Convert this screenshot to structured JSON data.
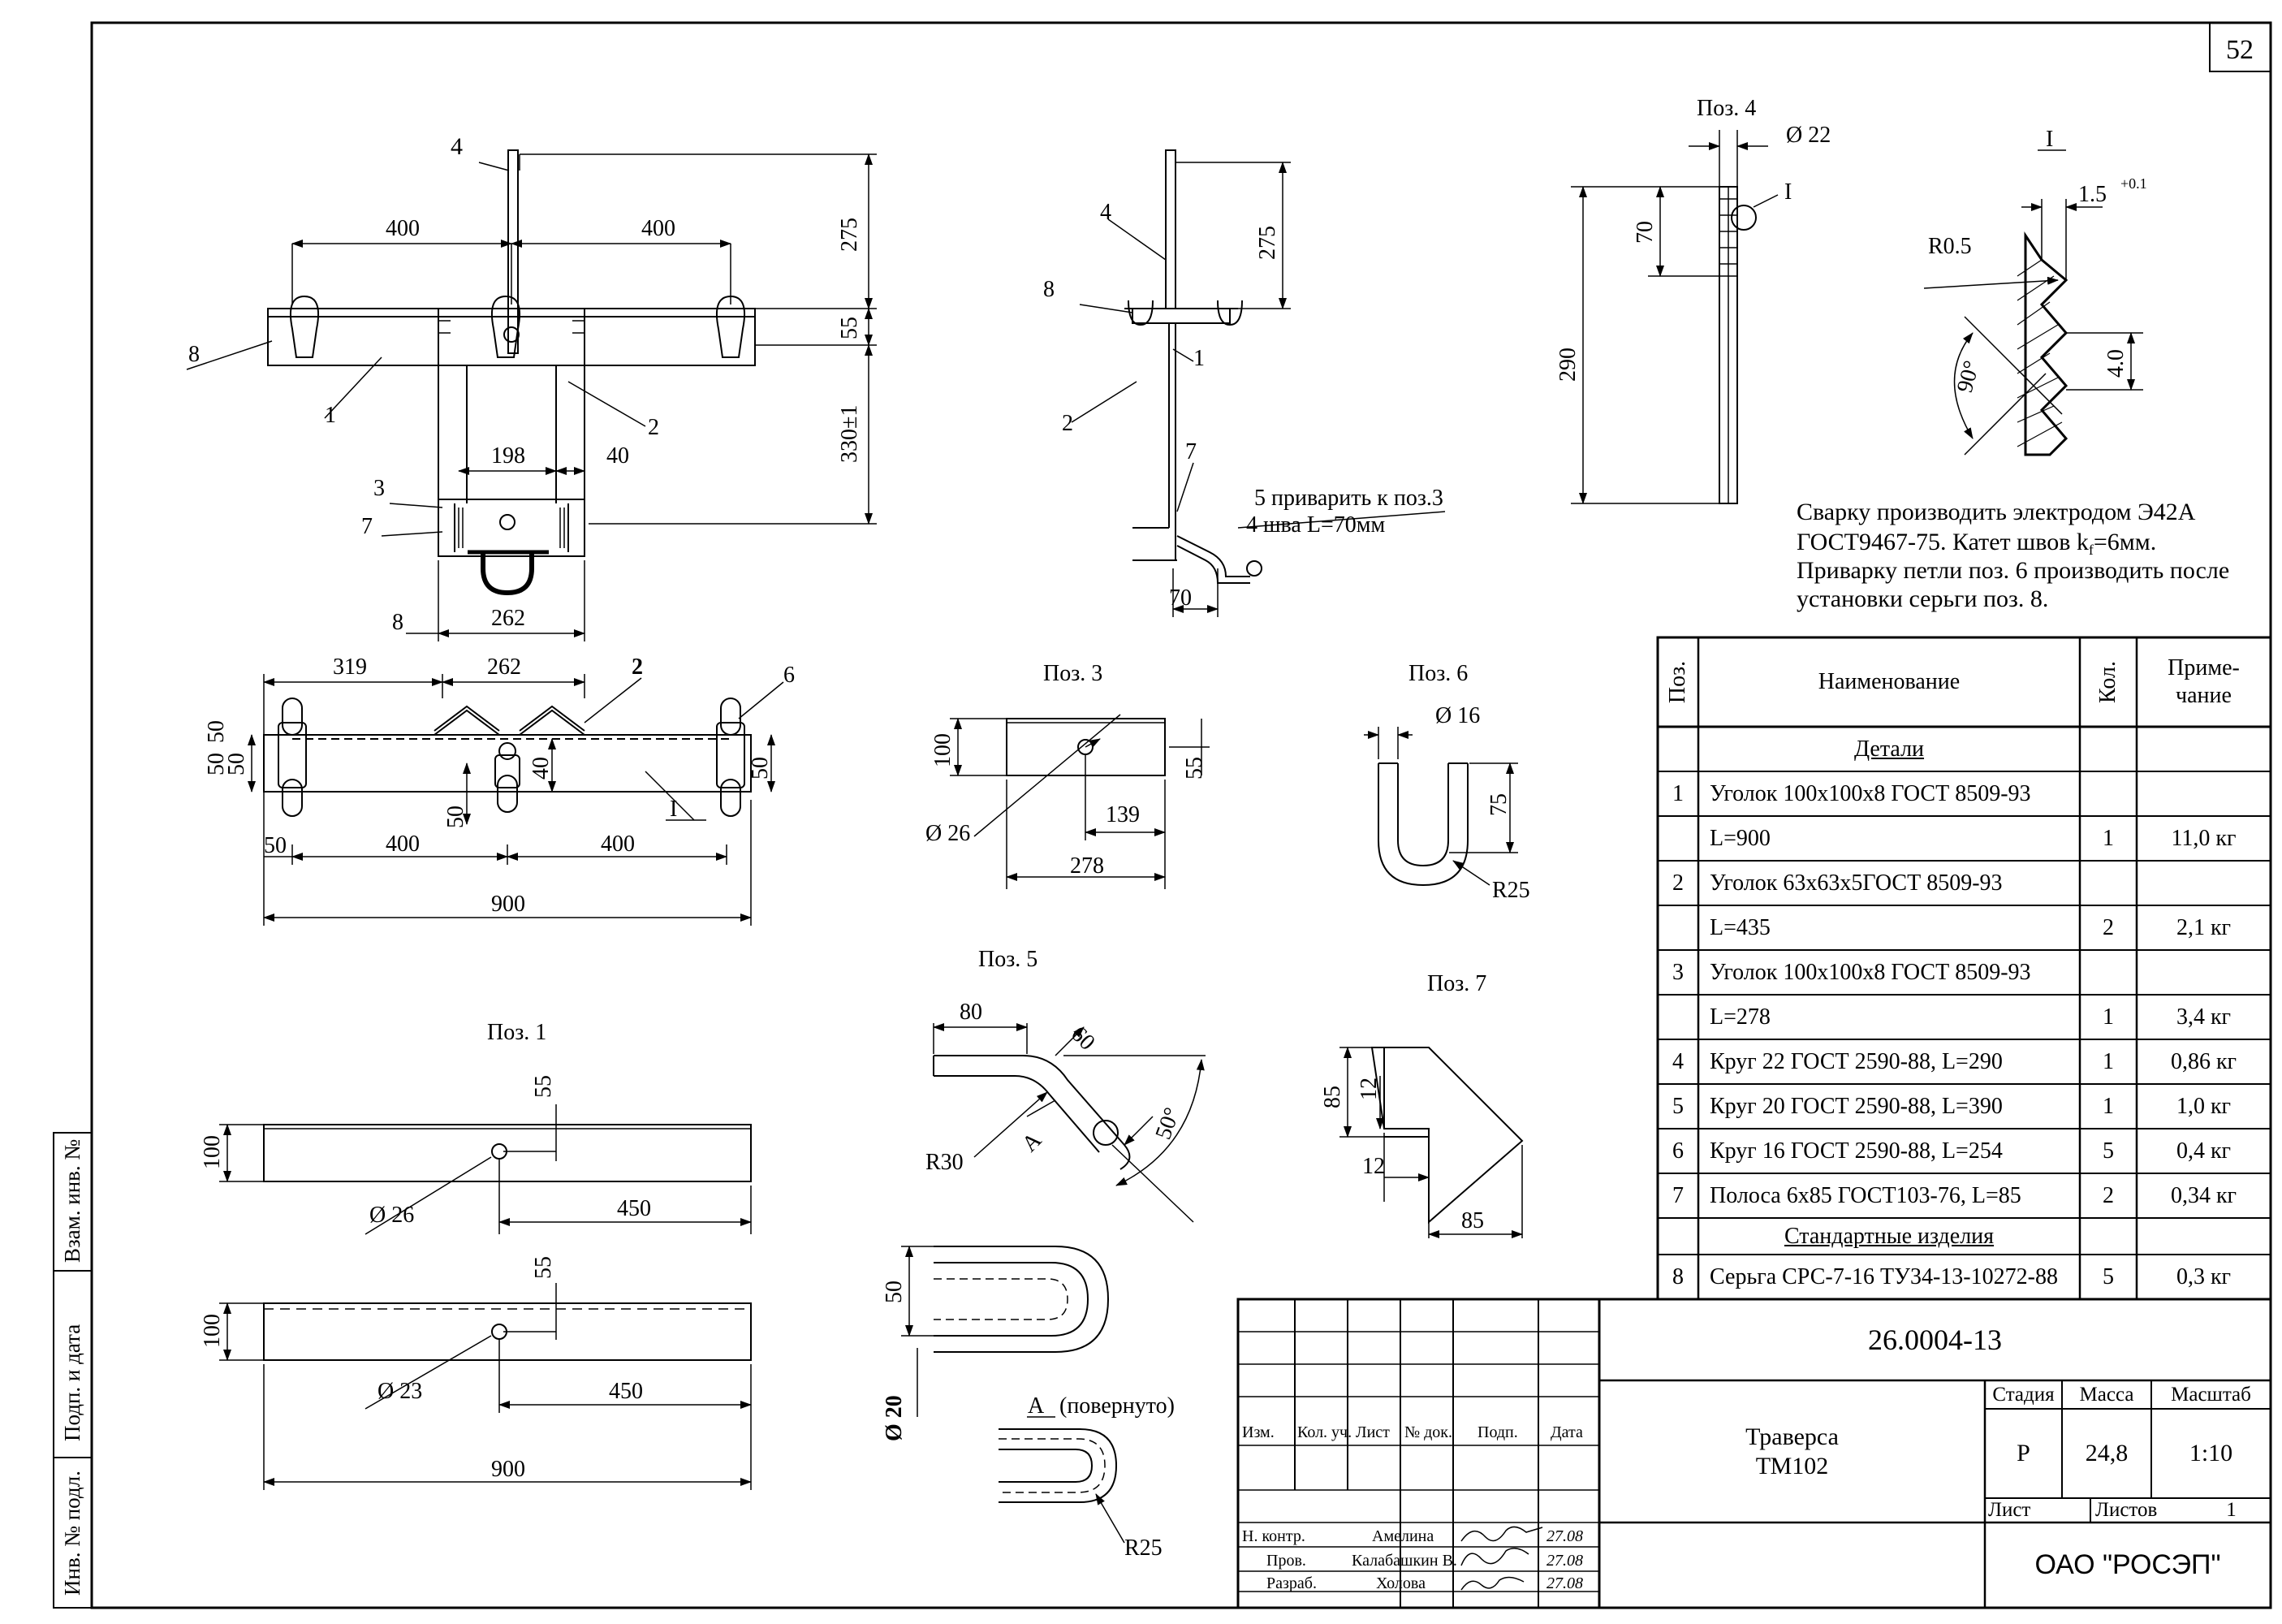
{
  "sheet_number": "52",
  "side_stamp": [
    "Взам. инв. №",
    "Подп. и дата",
    "Инв. № подл."
  ],
  "views": {
    "front": {
      "pos_labels": [
        "4",
        "8",
        "1",
        "2",
        "3",
        "7",
        "8"
      ],
      "dims": [
        "400",
        "400",
        "275",
        "55",
        "330±1",
        "198",
        "40",
        "262"
      ]
    },
    "side": {
      "pos_labels": [
        "4",
        "8",
        "1",
        "2",
        "7"
      ],
      "dims": [
        "275",
        "70"
      ],
      "note": "5 приварить к поз.3",
      "note2": "4 шва L=70мм"
    },
    "plan": {
      "pos_labels": [
        "2",
        "6",
        "I"
      ],
      "dims": [
        "319",
        "262",
        "50",
        "50",
        "50",
        "40",
        "50",
        "50",
        "50",
        "400",
        "400",
        "900"
      ]
    },
    "pos4": {
      "title": "Поз. 4",
      "dims": [
        "Ø 22",
        "70",
        "290"
      ],
      "callout": "I"
    },
    "detail1": {
      "title": "I",
      "dims": [
        "1.5",
        "+0.1",
        "R0.5",
        "90°",
        "4.0"
      ]
    },
    "pos3": {
      "title": "Поз. 3",
      "dims": [
        "100",
        "55",
        "Ø 26",
        "139",
        "278"
      ]
    },
    "pos6": {
      "title": "Поз. 6",
      "dims": [
        "Ø 16",
        "75",
        "R25"
      ]
    },
    "pos5": {
      "title": "Поз. 5",
      "dims": [
        "80",
        "60",
        "50°",
        "R30",
        "A",
        "50",
        "Ø 20"
      ]
    },
    "pos7": {
      "title": "Поз. 7",
      "dims": [
        "85",
        "12",
        "12",
        "85"
      ]
    },
    "pos1": {
      "title": "Поз. 1",
      "dims": [
        "55",
        "100",
        "Ø 26",
        "450",
        "55",
        "100",
        "Ø 23",
        "450",
        "900"
      ]
    },
    "viewA": {
      "title": "A",
      "subtitle": "(повернуто)",
      "dims": [
        "R25"
      ]
    }
  },
  "notes": [
    "Сварку производить электродом Э42А",
    "ГОСТ9467-75. Катет швов k",
    "f",
    "=6мм.",
    "Приварку петли поз. 6 производить после",
    "установки серьги поз. 8."
  ],
  "spec": {
    "headers": {
      "pos": "Поз.",
      "name": "Наименование",
      "qty": "Кол.",
      "note": "Приме-\nчание"
    },
    "rows": [
      {
        "pos": "",
        "name": "Детали",
        "qty": "",
        "note": "",
        "section": true
      },
      {
        "pos": "1",
        "name": "Уголок 100х100х8 ГОСТ 8509-93",
        "qty": "",
        "note": ""
      },
      {
        "pos": "",
        "name": "L=900",
        "qty": "1",
        "note": "11,0 кг"
      },
      {
        "pos": "2",
        "name": "Уголок 63х63х5ГОСТ 8509-93",
        "qty": "",
        "note": ""
      },
      {
        "pos": "",
        "name": "L=435",
        "qty": "2",
        "note": "2,1 кг"
      },
      {
        "pos": "3",
        "name": "Уголок 100х100х8 ГОСТ 8509-93",
        "qty": "",
        "note": ""
      },
      {
        "pos": "",
        "name": "L=278",
        "qty": "1",
        "note": "3,4 кг"
      },
      {
        "pos": "4",
        "name": "Круг 22 ГОСТ 2590-88, L=290",
        "qty": "1",
        "note": "0,86 кг"
      },
      {
        "pos": "5",
        "name": "Круг 20 ГОСТ 2590-88, L=390",
        "qty": "1",
        "note": "1,0 кг"
      },
      {
        "pos": "6",
        "name": "Круг 16 ГОСТ 2590-88, L=254",
        "qty": "5",
        "note": "0,4 кг"
      },
      {
        "pos": "7",
        "name": "Полоса 6х85 ГОСТ103-76, L=85",
        "qty": "2",
        "note": "0,34 кг"
      },
      {
        "pos": "",
        "name": "Стандартные изделия",
        "qty": "",
        "note": "",
        "section": true
      },
      {
        "pos": "8",
        "name": "Серьга СРС-7-16 ТУ34-13-10272-88",
        "qty": "5",
        "note": "0,3 кг"
      }
    ]
  },
  "title_block": {
    "doc_number": "26.0004-13",
    "name_line1": "Траверса",
    "name_line2": "ТМ102",
    "stage_label": "Стадия",
    "mass_label": "Масса",
    "scale_label": "Масштаб",
    "stage": "Р",
    "mass": "24,8",
    "scale": "1:10",
    "sheet_label": "Лист",
    "sheets_label": "Листов",
    "sheets": "1",
    "company": "ОАО \"РОСЭП\"",
    "col_headers": [
      "Изм.",
      "Кол. уч.",
      "Лист",
      "№ док.",
      "Подп.",
      "Дата"
    ],
    "roles": [
      {
        "role": "Н. контр.",
        "name": "Амелина",
        "date": "27.08"
      },
      {
        "role": "Пров.",
        "name": "Калабашкин В.",
        "date": "27.08"
      },
      {
        "role": "Разраб.",
        "name": "Холова",
        "date": "27.08"
      }
    ]
  }
}
